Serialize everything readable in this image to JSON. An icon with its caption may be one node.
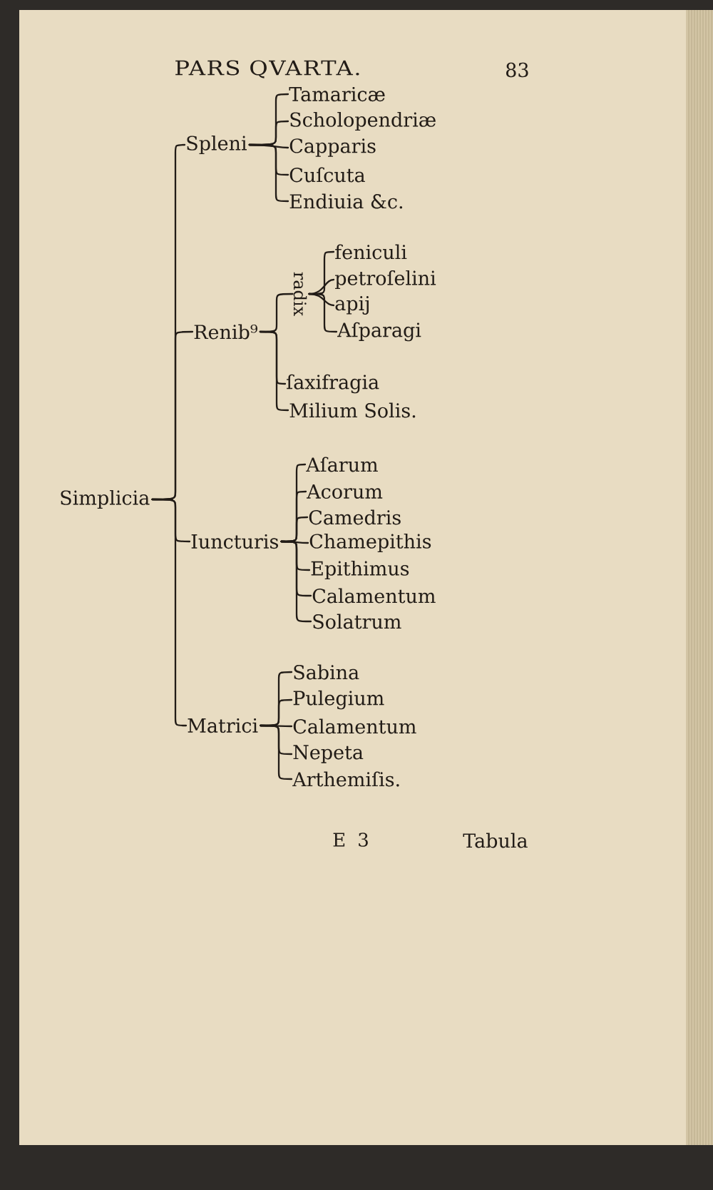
{
  "diagram": {
    "nodes": [
      {
        "text": [
          "Simplicia"
        ]
      },
      {
        "text": [
          "Spleni"
        ]
      },
      {
        "text": [
          "Tamaricæ"
        ]
      },
      {
        "text": [
          "Scholopendriæ"
        ]
      },
      {
        "text": [
          "Capparis"
        ]
      },
      {
        "text": [
          "Cuſcuta"
        ]
      },
      {
        "text": [
          "Endiuia &c."
        ]
      },
      {
        "text": [
          "Renib⁹"
        ]
      },
      {
        "text": [
          "radix"
        ]
      },
      {
        "text": [
          "feniculi"
        ]
      },
      {
        "text": [
          "petroſelini"
        ]
      },
      {
        "text": [
          "apij"
        ]
      },
      {
        "text": [
          "Aſparagi"
        ]
      },
      {
        "text": [
          "ſaxifragia"
        ]
      },
      {
        "text": [
          "Milium Solis."
        ]
      },
      {
        "text": [
          "Iuncturis"
        ]
      },
      {
        "text": [
          "Aſarum"
        ]
      },
      {
        "text": [
          "Acorum"
        ]
      },
      {
        "text": [
          "Camedris"
        ]
      },
      {
        "text": [
          "Chamepithis"
        ]
      },
      {
        "text": [
          "Epithimus"
        ]
      },
      {
        "text": [
          "Calamentum"
        ]
      },
      {
        "text": [
          "Solatrum"
        ]
      },
      {
        "text": [
          "Matrici"
        ]
      },
      {
        "text": [
          "Sabina"
        ]
      },
      {
        "text": [
          "Pulegium"
        ]
      },
      {
        "text": [
          "Calamentum"
        ]
      },
      {
        "text": [
          "Nepeta"
        ]
      },
      {
        "text": [
          "Arthemiſis."
        ]
      }
    ],
    "edges": [
      {
        "from": 0,
        "to": 1,
        "arrow": "none"
      },
      {
        "from": 0,
        "to": 7,
        "arrow": "none"
      },
      {
        "from": 0,
        "to": 15,
        "arrow": "none"
      },
      {
        "from": 0,
        "to": 23,
        "arrow": "none"
      },
      {
        "from": 1,
        "to": 2,
        "arrow": "none"
      },
      {
        "from": 1,
        "to": 3,
        "arrow": "none"
      },
      {
        "from": 1,
        "to": 4,
        "arrow": "none"
      },
      {
        "from": 1,
        "to": 5,
        "arrow": "none"
      },
      {
        "from": 1,
        "to": 6,
        "arrow": "none"
      },
      {
        "from": 7,
        "to": 8,
        "arrow": "none"
      },
      {
        "from": 7,
        "to": 13,
        "arrow": "none"
      },
      {
        "from": 7,
        "to": 14,
        "arrow": "none"
      },
      {
        "from": 8,
        "to": 9,
        "arrow": "none"
      },
      {
        "from": 8,
        "to": 10,
        "arrow": "none"
      },
      {
        "from": 8,
        "to": 11,
        "arrow": "none"
      },
      {
        "from": 8,
        "to": 12,
        "arrow": "none"
      },
      {
        "from": 15,
        "to": 16,
        "arrow": "none"
      },
      {
        "from": 15,
        "to": 17,
        "arrow": "none"
      },
      {
        "from": 15,
        "to": 18,
        "arrow": "none"
      },
      {
        "from": 15,
        "to": 19,
        "arrow": "none"
      },
      {
        "from": 15,
        "to": 20,
        "arrow": "none"
      },
      {
        "from": 15,
        "to": 21,
        "arrow": "none"
      },
      {
        "from": 15,
        "to": 22,
        "arrow": "none"
      },
      {
        "from": 23,
        "to": 24,
        "arrow": "none"
      },
      {
        "from": 23,
        "to": 25,
        "arrow": "none"
      },
      {
        "from": 23,
        "to": 26,
        "arrow": "none"
      },
      {
        "from": 23,
        "to": 27,
        "arrow": "none"
      },
      {
        "from": 23,
        "to": 28,
        "arrow": "none"
      }
    ],
    "labels": [
      "PARS QVARTA.",
      "83",
      "E 3",
      "Tabula"
    ]
  }
}
